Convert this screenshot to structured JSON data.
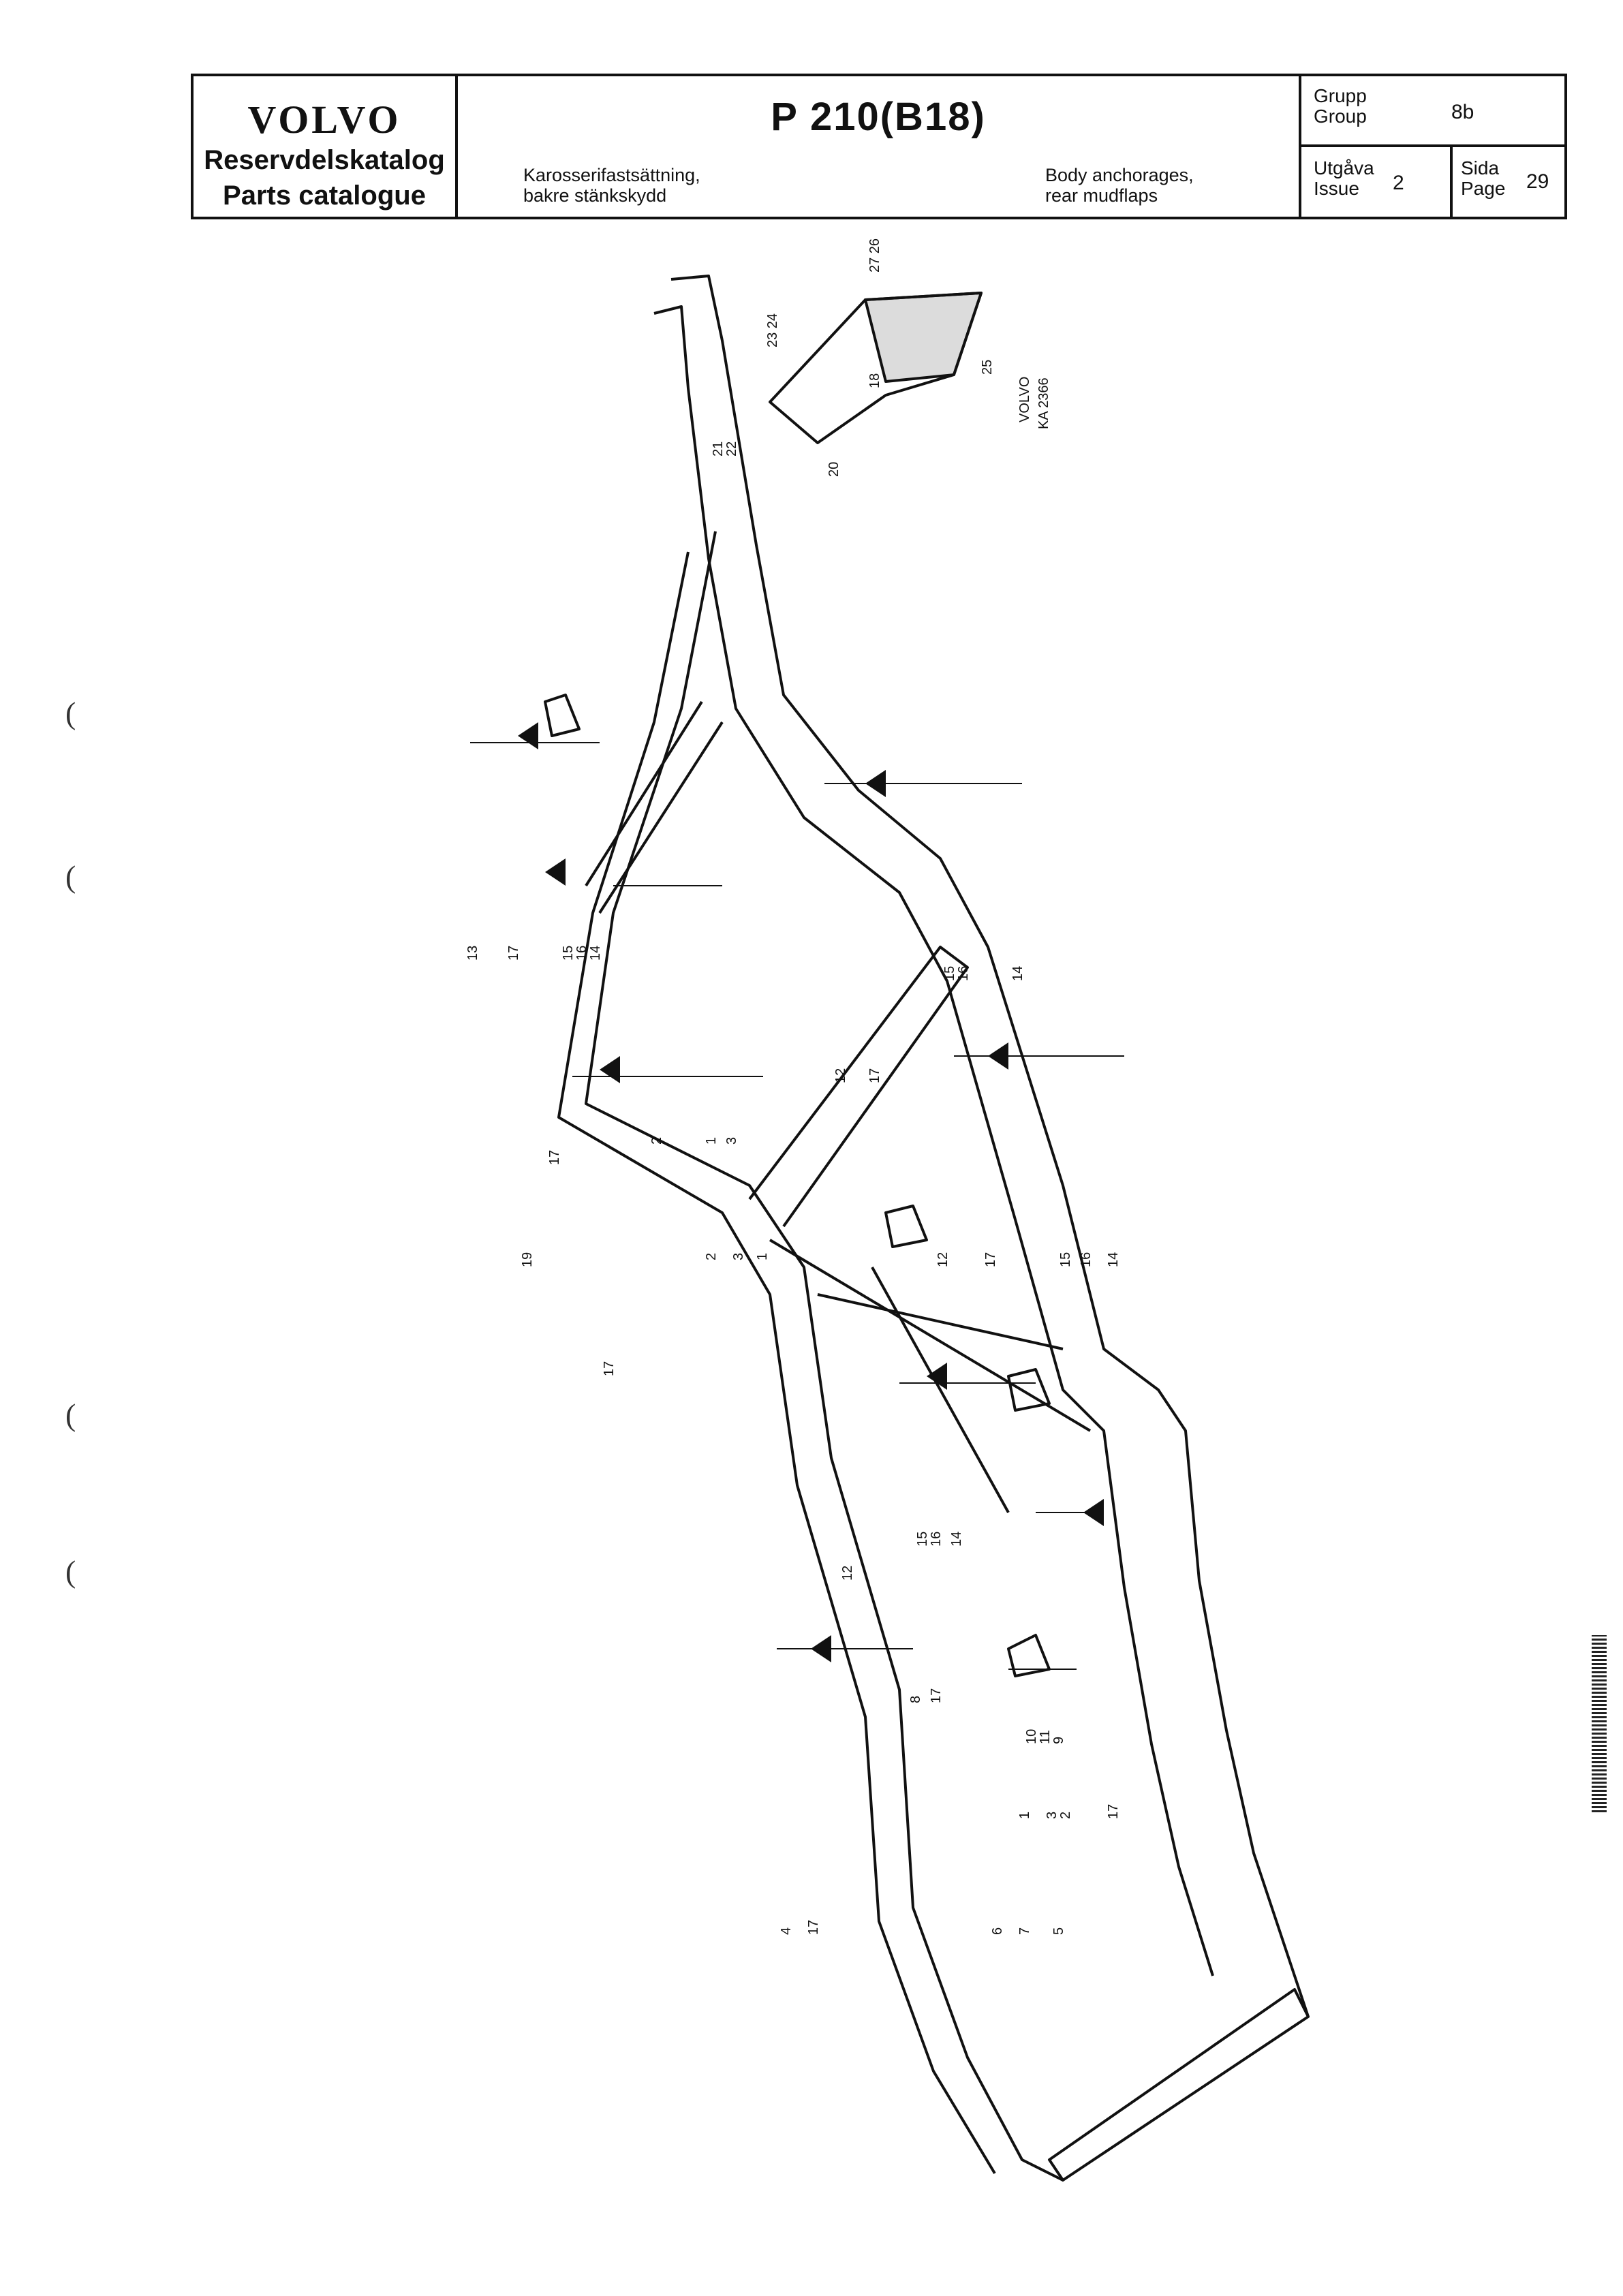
{
  "header": {
    "brand": "VOLVO",
    "catalog_sv": "Reservdelskatalog",
    "catalog_en": "Parts catalogue",
    "model": "P 210(B18)",
    "title_sv_line1": "Karosserifastsättning,",
    "title_sv_line2": "bakre stänkskydd",
    "title_en_line1": "Body anchorages,",
    "title_en_line2": "rear mudflaps",
    "group_label_sv": "Grupp",
    "group_label_en": "Group",
    "group_value": "8b",
    "issue_label_sv": "Utgåva",
    "issue_label_en": "Issue",
    "issue_value": "2",
    "page_label_sv": "Sida",
    "page_label_en": "Page",
    "page_value": "29"
  },
  "drawing": {
    "reference_line1": "VOLVO",
    "reference_line2": "KA 2366",
    "callouts": [
      "27 26",
      "23 24",
      "18",
      "25",
      "21",
      "22",
      "20",
      "13",
      "17",
      "15",
      "16",
      "14",
      "15",
      "16",
      "14",
      "12",
      "17",
      "17",
      "2",
      "3",
      "1",
      "19",
      "17",
      "2",
      "3",
      "1",
      "12",
      "17",
      "15",
      "16",
      "14",
      "15",
      "16",
      "14",
      "12",
      "8",
      "17",
      "10",
      "11",
      "9",
      "1",
      "3",
      "2",
      "17",
      "4",
      "17",
      "6",
      "7",
      "5"
    ]
  },
  "margin_marks": [
    "(",
    "(",
    "(",
    "("
  ]
}
